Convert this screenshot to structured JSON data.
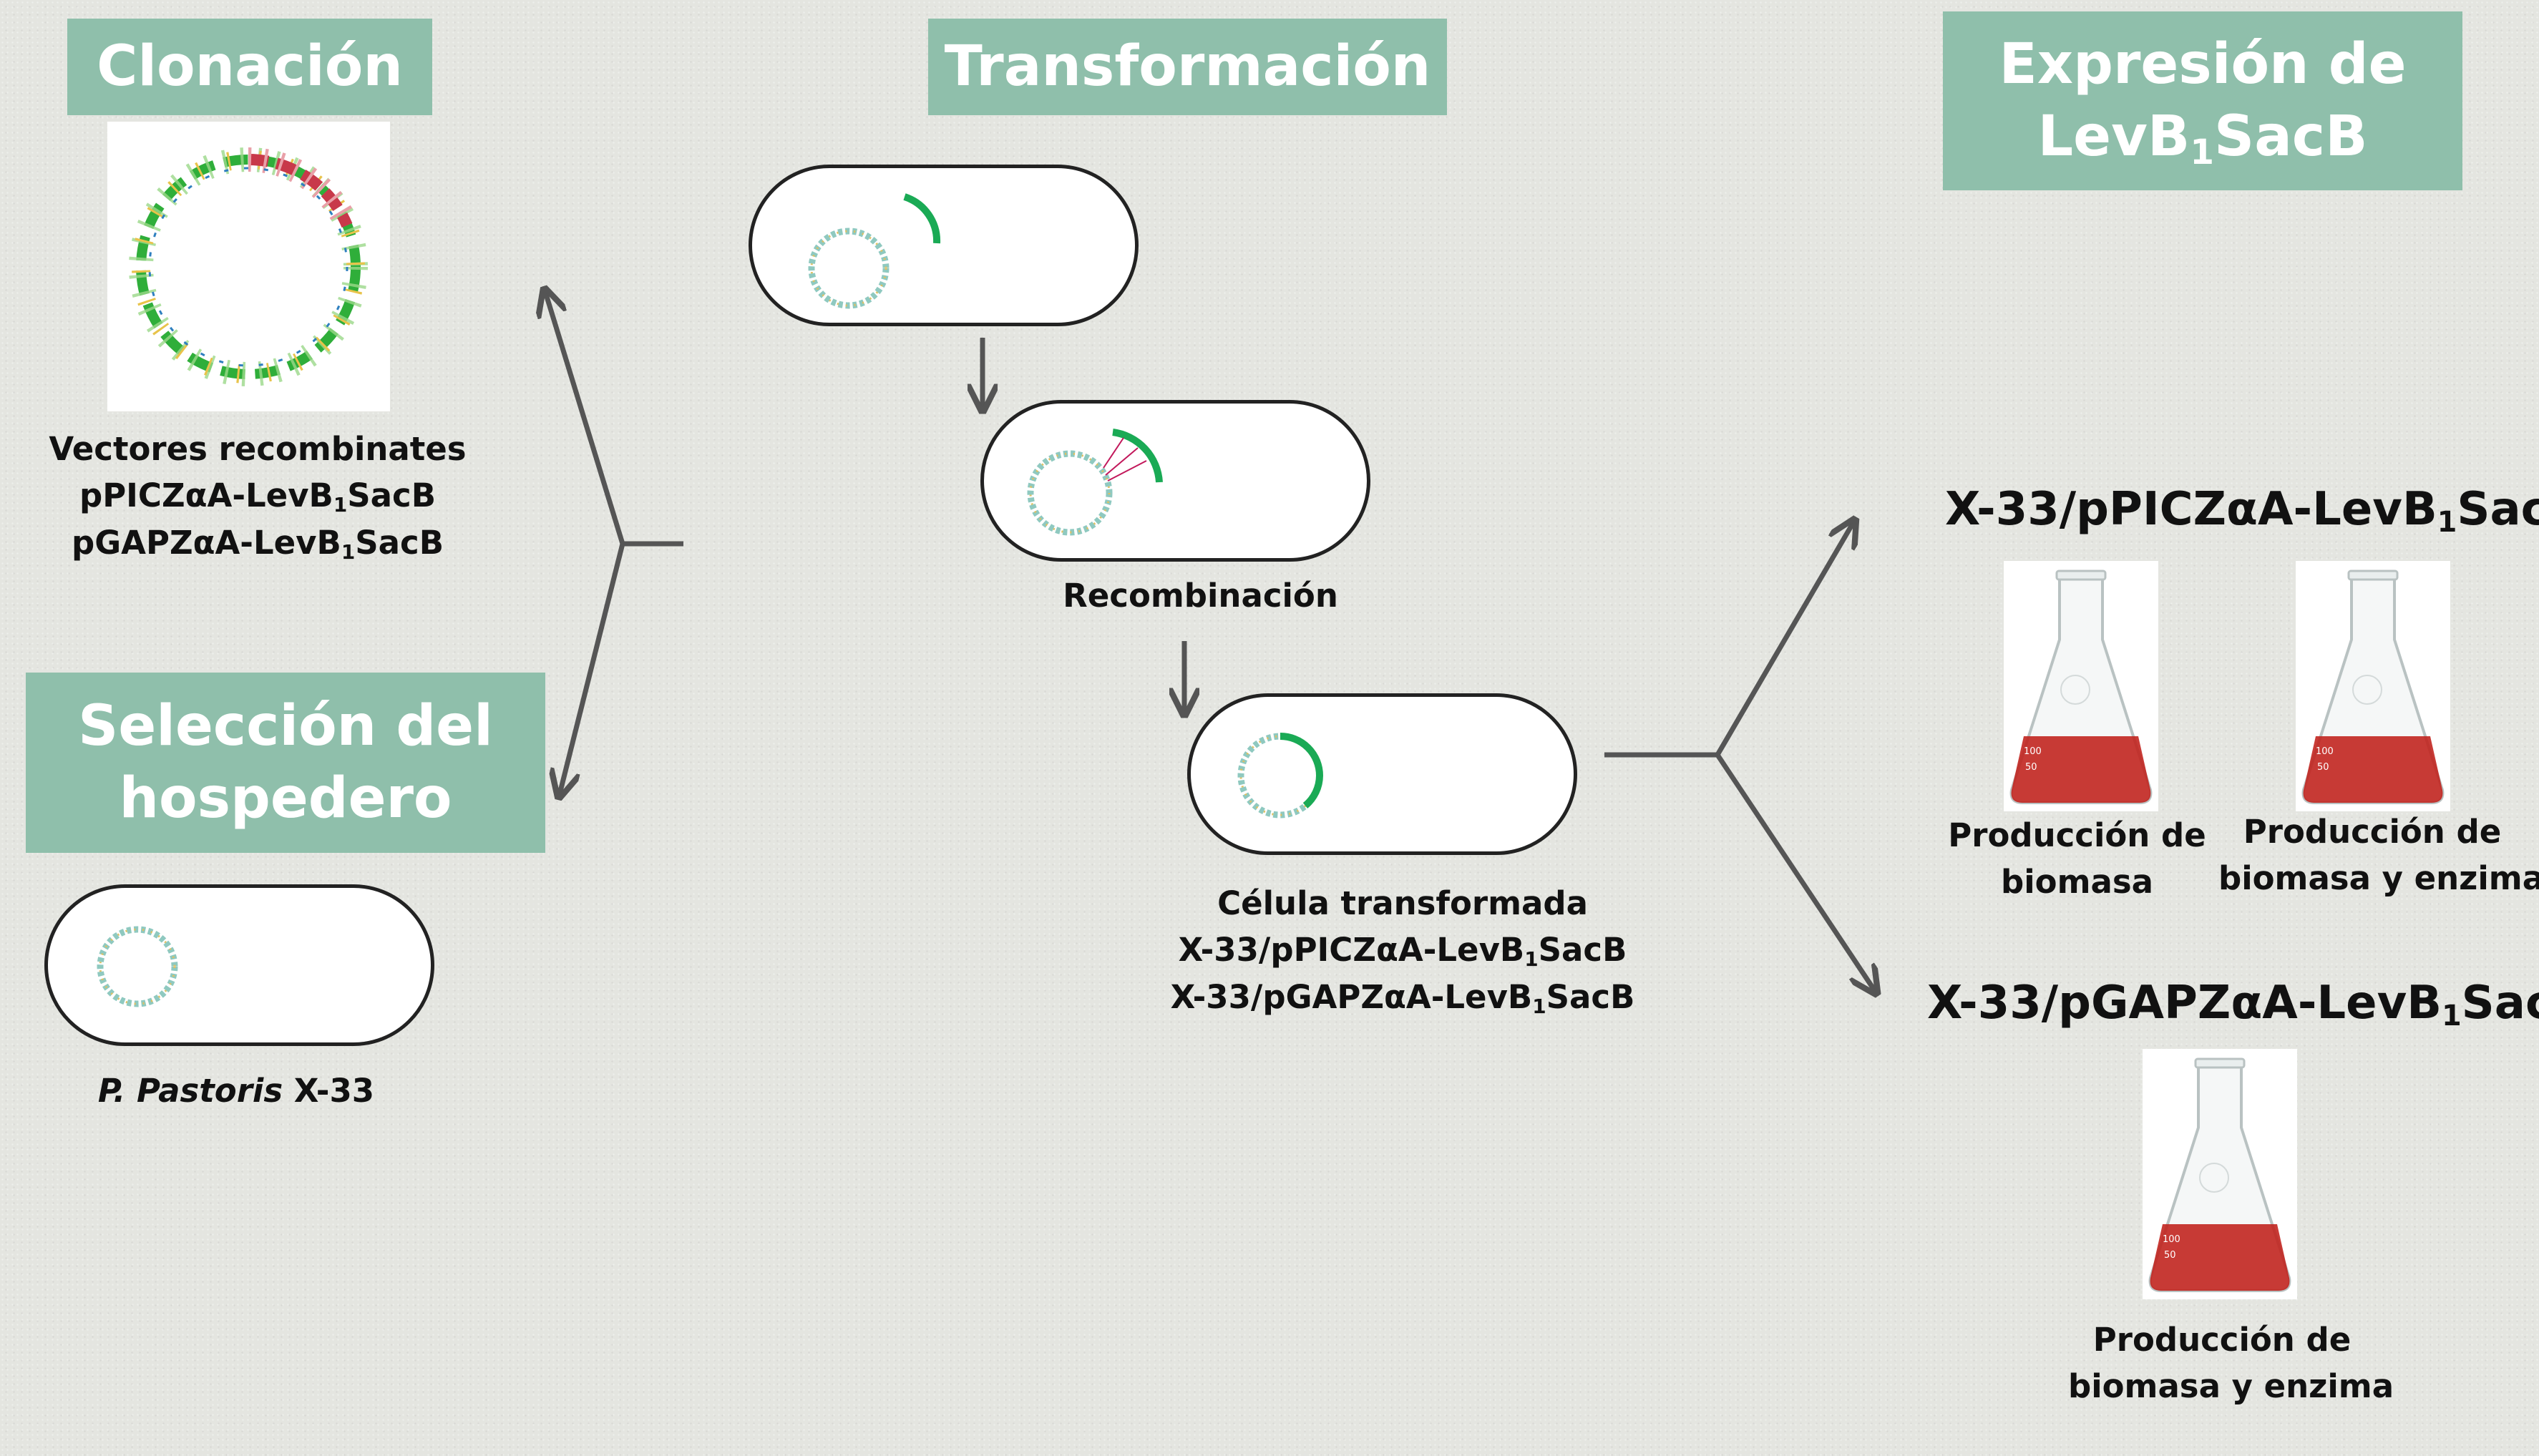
{
  "headers": {
    "clonacion": "Clonación",
    "transformacion": "Transformación",
    "expresion": {
      "line1": "Expresión de",
      "line2_pre": "LevB",
      "line2_sub": "1",
      "line2_post": "SacB"
    },
    "seleccion": {
      "line1": "Selección del",
      "line2": "hospedero"
    }
  },
  "clonacion_caption": {
    "line1": "Vectores recombinates",
    "line2_pre": "pPICZαA-LevB",
    "line2_sub": "1",
    "line2_post": "SacB",
    "line3_pre": "pGAPZαA-LevB",
    "line3_sub": "1",
    "line3_post": "SacB"
  },
  "host_caption": {
    "italic": "P. Pastoris",
    "rest": " X-33"
  },
  "recombinacion_label": "Recombinación",
  "transformed_caption": {
    "line1": "Célula transformada",
    "line2_pre": "X-33/pPICZαA-LevB",
    "line2_sub": "1",
    "line2_post": "SacB",
    "line3_pre": "X-33/pGAPZαA-LevB",
    "line3_sub": "1",
    "line3_post": "SacB"
  },
  "strain_top": {
    "pre": "X-33/pPICZαA-LevB",
    "sub": "1",
    "post": "SacB"
  },
  "strain_bottom": {
    "pre": "X-33/pGAPZαA-LevB",
    "sub": "1",
    "post": "SacB"
  },
  "flask_captions": {
    "top_left": {
      "line1": "Producción de",
      "line2": "biomasa"
    },
    "top_right": {
      "line1": "Producción de",
      "line2": "biomasa y enzima"
    },
    "bottom": {
      "line1": "Producción de",
      "line2": "biomasa y enzima"
    }
  },
  "flask_scale": {
    "mark_high": "100",
    "mark_low": "50"
  },
  "colors": {
    "header_bg": "#8fbfab",
    "header_text": "#ffffff",
    "arrow": "#555555",
    "gene_green": "#1aaa55",
    "flask_liquid": "#c0201a",
    "dna_green": "#2fae3a",
    "dna_red": "#c8394a"
  },
  "icons": [
    "plasmid-icon",
    "dna-ring-icon",
    "flask-icon",
    "arrow-icon"
  ]
}
